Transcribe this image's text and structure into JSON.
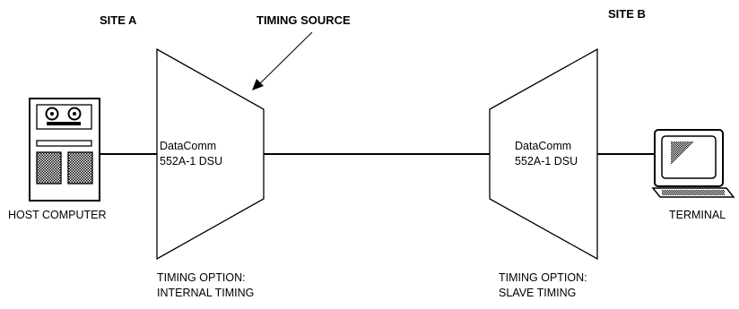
{
  "sites": {
    "a": "SITE A",
    "b": "SITE B"
  },
  "timing_source": "TIMING SOURCE",
  "dsu_a": {
    "line1": "DataComm",
    "line2": "552A-1 DSU",
    "option_line1": "TIMING OPTION:",
    "option_line2": "INTERNAL TIMING"
  },
  "dsu_b": {
    "line1": "DataComm",
    "line2": "552A-1 DSU",
    "option_line1": "TIMING OPTION:",
    "option_line2": "SLAVE TIMING"
  },
  "host_label": "HOST COMPUTER",
  "terminal_label": "TERMINAL",
  "icons": {
    "host": "host-computer-icon",
    "terminal": "terminal-icon"
  },
  "colors": {
    "line": "#000000",
    "background": "#ffffff"
  }
}
